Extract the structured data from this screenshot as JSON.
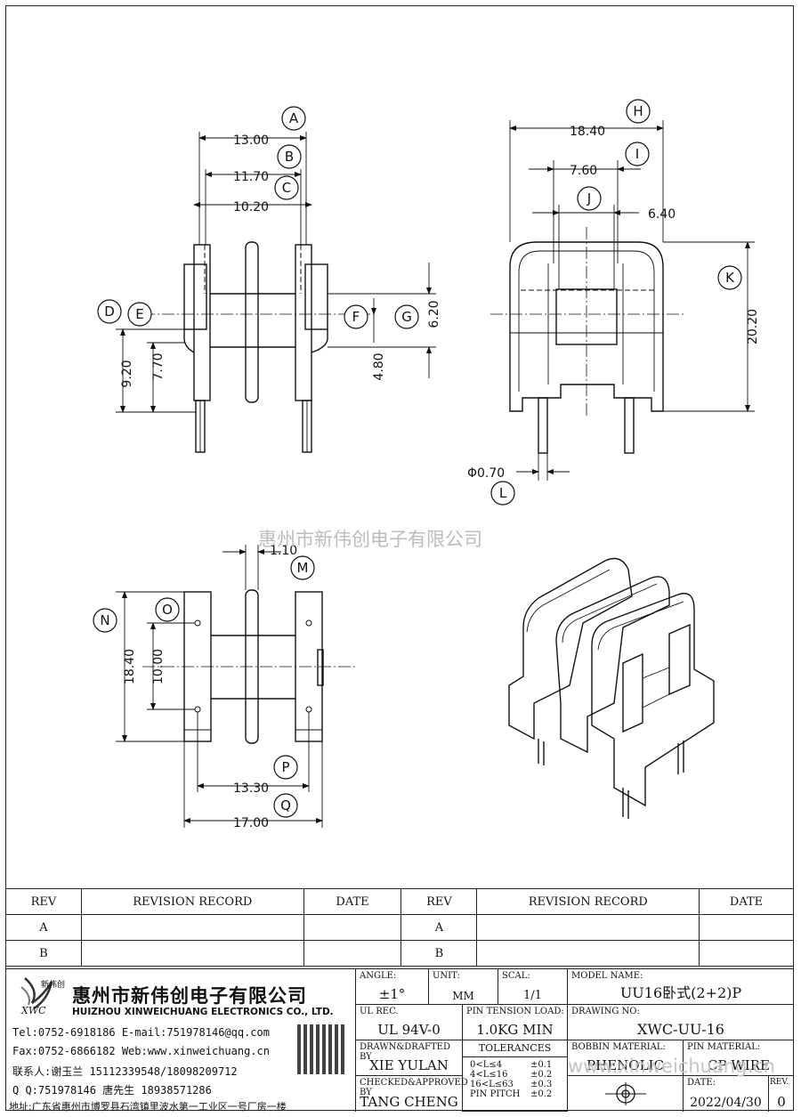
{
  "dimensions": {
    "A": "13.00",
    "B": "11.70",
    "C": "10.20",
    "D_E_left1": "9.20",
    "D_E_left2": "7.70",
    "G": "6.20",
    "F": "4.80",
    "H": "18.40",
    "I": "7.60",
    "J": "6.40",
    "K": "20.20",
    "L": "Φ0.70",
    "M": "1.10",
    "N": "18.40",
    "O": "10.00",
    "P": "13.30",
    "Q": "17.00"
  },
  "balloons": [
    "A",
    "B",
    "C",
    "D",
    "E",
    "F",
    "G",
    "H",
    "I",
    "J",
    "K",
    "L",
    "M",
    "N",
    "O",
    "P",
    "Q"
  ],
  "watermark_top": "惠州市新伟创电子有限公司",
  "watermark_bottom": "www.xinweichuang.cn",
  "revision_table": {
    "headers": [
      "REV",
      "REVISION RECORD",
      "DATE",
      "REV",
      "REVISION RECORD",
      "DATE"
    ],
    "rows": [
      [
        "A",
        "",
        "",
        "A",
        "",
        ""
      ],
      [
        "B",
        "",
        "",
        "B",
        "",
        ""
      ]
    ]
  },
  "company": {
    "logo_cn": "新伟创",
    "logo_en": "XWC",
    "name_cn": "惠州市新伟创电子有限公司",
    "name_en": "HUIZHOU XINWEICHUANG ELECTRONICS CO., LTD.",
    "tel": "Tel:0752-6918186 E-mail:751978146@qq.com",
    "fax": "Fax:0752-6866182 Web:www.xinweichuang.cn",
    "contact": "联系人:谢玉兰 15112339548/18098209712",
    "qq": "Q Q:751978146    唐先生 18938571286",
    "address": "地址:广东省惠州市博罗县石湾镇里波水第一工业区一号厂房一楼"
  },
  "title_block": {
    "angle_label": "ANGLE:",
    "angle_value": "±1°",
    "unit_label": "UNIT:",
    "unit_value": "MM",
    "scale_label": "SCAL:",
    "scale_value": "1/1",
    "model_label": "MODEL NAME:",
    "model_value": "UU16卧式(2+2)P",
    "ul_label": "UL REC.",
    "ul_value": "UL 94V-0",
    "pin_tension_label": "PIN TENSION LOAD:",
    "pin_tension_value": "1.0KG MIN",
    "drawing_no_label": "DRAWING NO:",
    "drawing_no_value": "XWC-UU-16",
    "drawn_label": "DRAWN&DRAFTED BY",
    "drawn_value": "XIE YULAN",
    "tolerances_label": "TOLERANCES",
    "tol_1": "0<L≤4",
    "tol_1v": "±0.1",
    "tol_2": "4<L≤16",
    "tol_2v": "±0.2",
    "tol_3": "16<L≤63",
    "tol_3v": "±0.3",
    "tol_4": "PIN PITCH",
    "tol_4v": "±0.2",
    "bobbin_label": "BOBBIN MATERIAL:",
    "bobbin_value": "PHENOLIC",
    "pin_mat_label": "PIN MATERIAL:",
    "pin_mat_value": "CP WIRE",
    "checked_label": "CHECKED&APPROVED BY",
    "checked_value": "TANG CHENG",
    "date_label": "DATE:",
    "date_value": "2022/04/30",
    "rev_label": "REV.",
    "rev_value": "0"
  }
}
